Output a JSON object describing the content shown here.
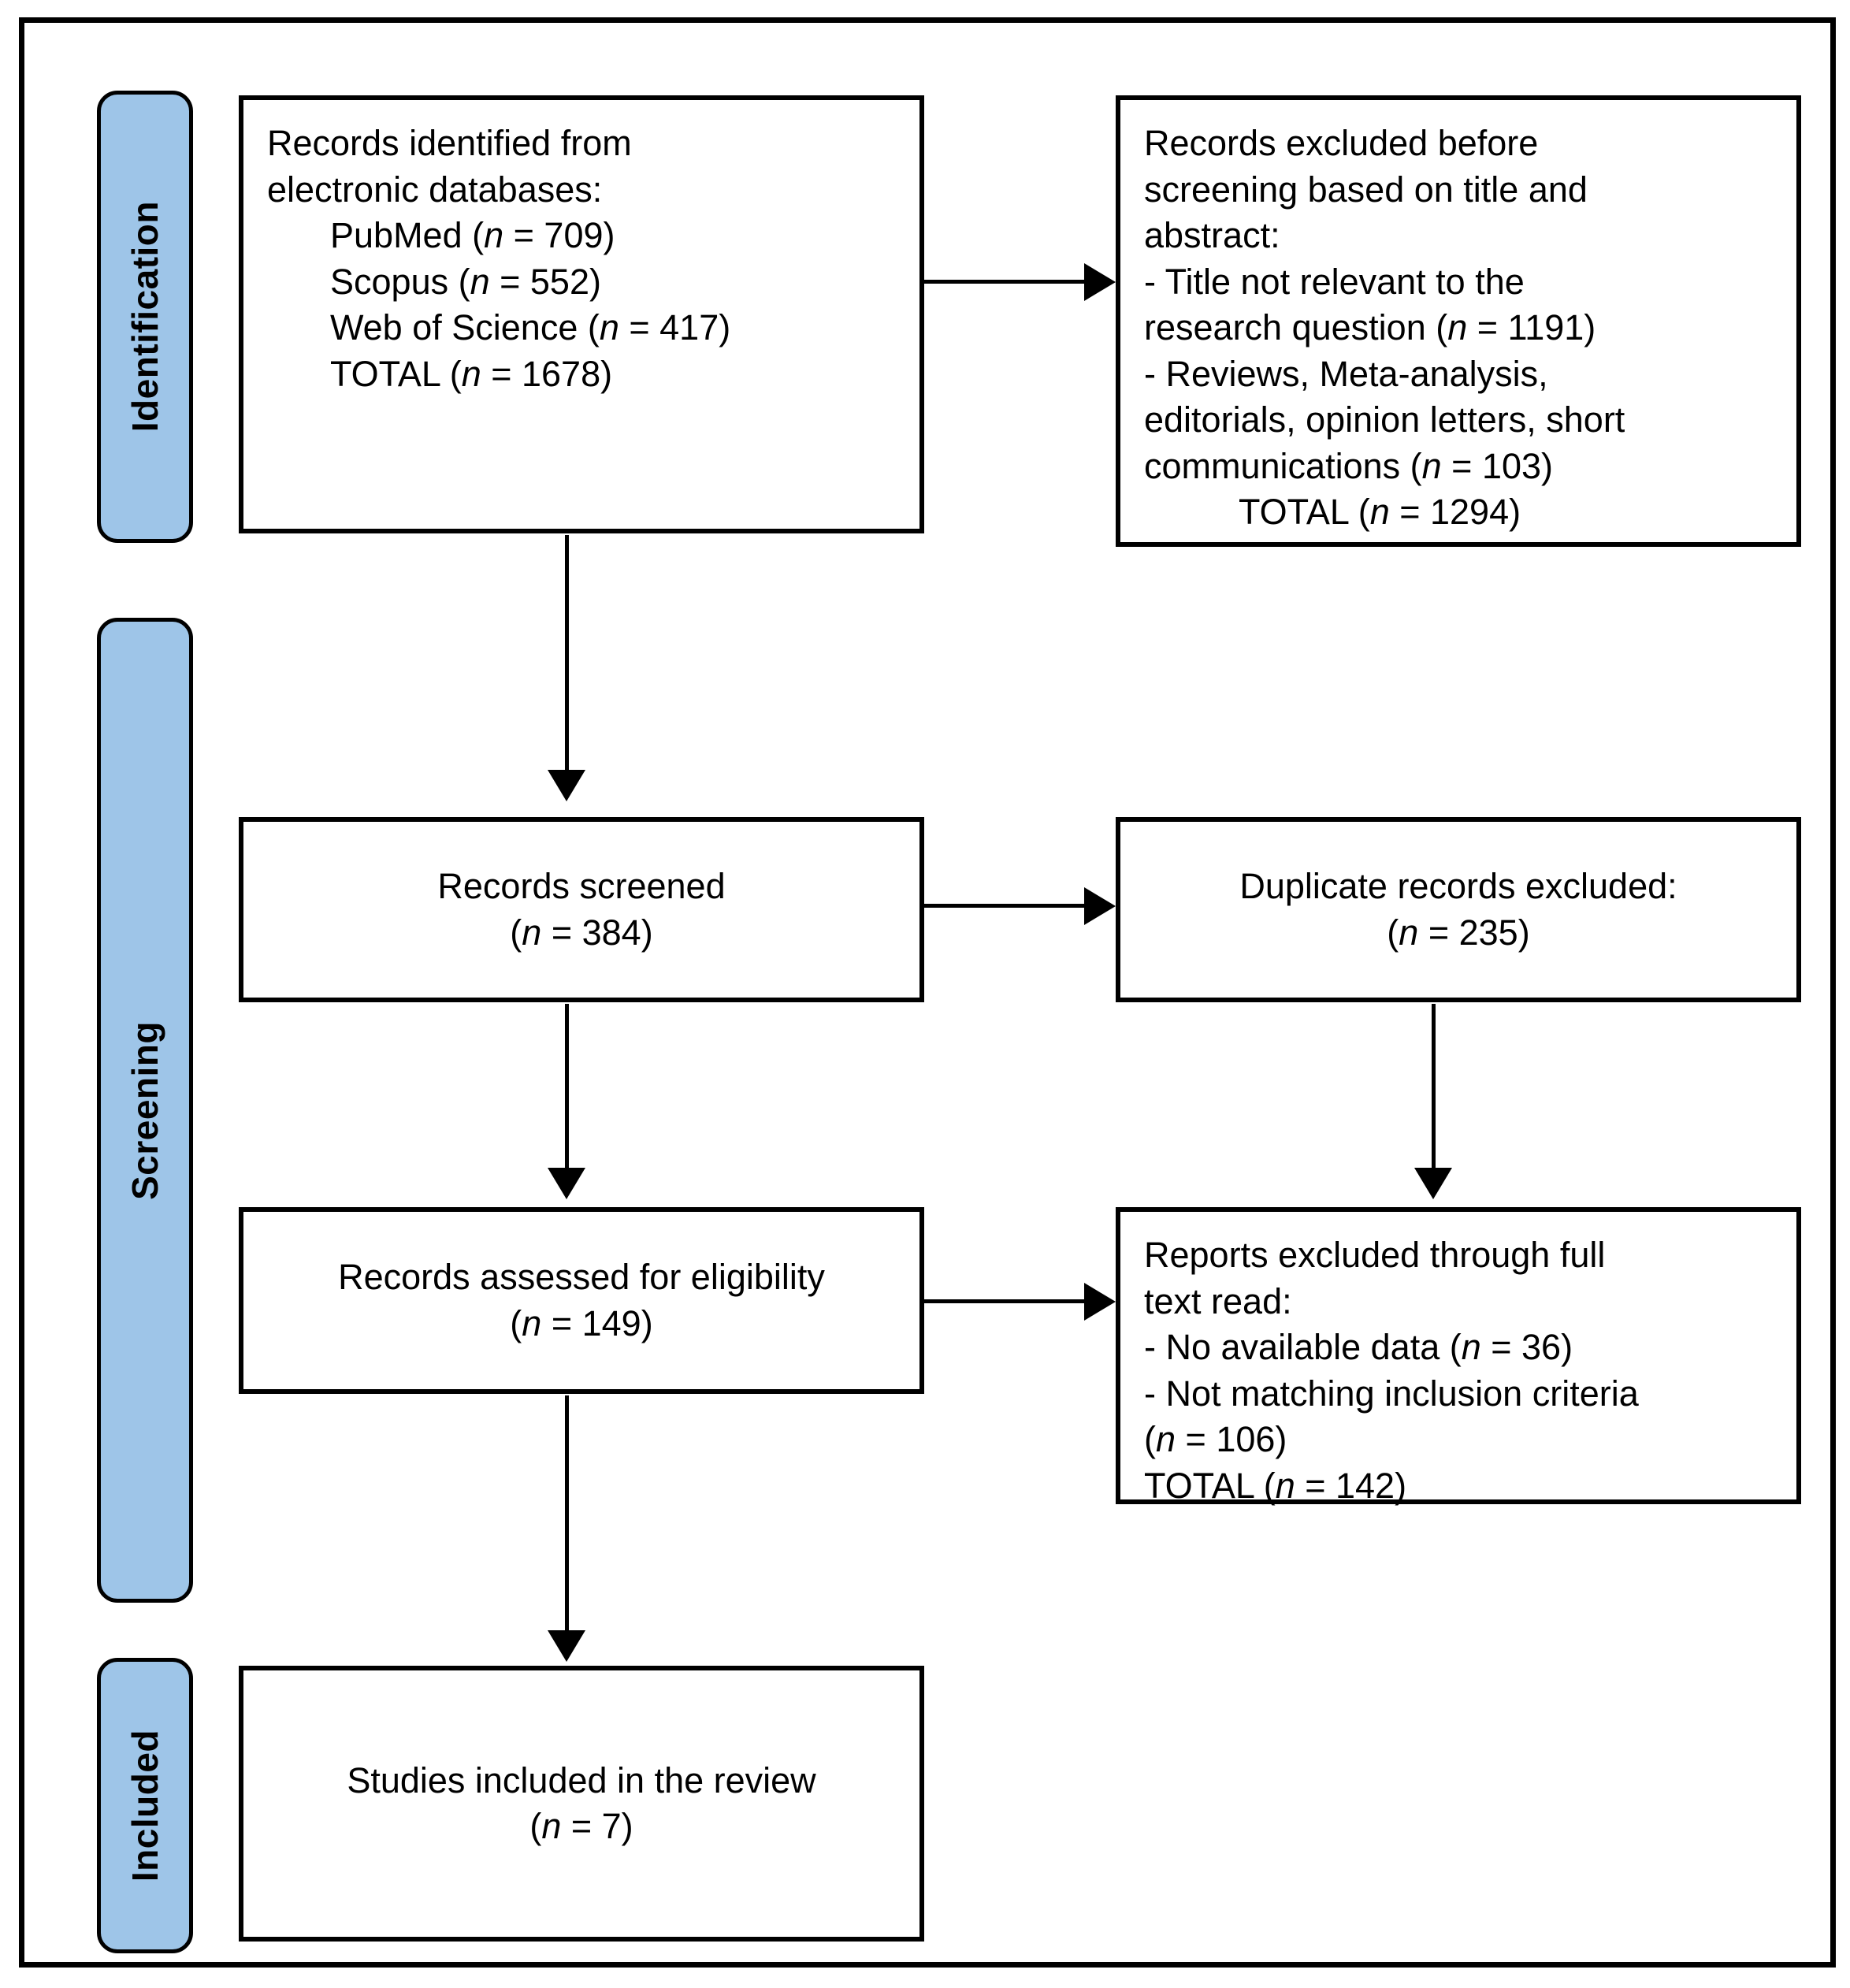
{
  "diagram": {
    "type": "prisma-flow-diagram",
    "accent_color": "#9EC5E8",
    "line_color": "#000000",
    "background_color": "#FFFFFF"
  },
  "stages": [
    {
      "id": "identification",
      "label": "Identification"
    },
    {
      "id": "screening",
      "label": "Screening"
    },
    {
      "id": "included",
      "label": "Included"
    }
  ],
  "boxes": {
    "identified": {
      "lines": [
        "Records identified from",
        "electronic databases:",
        "PubMed (n = 709)",
        "Scopus (n = 552)",
        "Web of Science (n = 417)",
        "TOTAL (n = 1678)"
      ],
      "l0": "Records identified from",
      "l1": "electronic databases:",
      "l2": "PubMed (",
      "l2b": ")",
      "l3": "Scopus (",
      "l3b": ")",
      "l4": "Web of Science (",
      "l4b": ")",
      "l5": "TOTAL (",
      "l5b": ")",
      "n_pubmed": " = 709",
      "n_scopus": " = 552",
      "n_wos": " = 417",
      "n_total": " = 1678"
    },
    "excluded_before_screening": {
      "lines": [
        "Records excluded before",
        "screening based on title and",
        "abstract:",
        "- Title not relevant to the",
        "research question (n = 1191)",
        "- Reviews, Meta-analysis,",
        "editorials, opinion letters, short",
        "communications (n = 103)",
        "TOTAL (n = 1294)"
      ],
      "l0": "Records excluded before",
      "l1": "screening based on title and",
      "l2": "abstract:",
      "l3": "- Title not relevant to the",
      "l4a": "research question (",
      "l4b": ")",
      "l5": "- Reviews, Meta-analysis,",
      "l6": "editorials, opinion letters, short",
      "l7a": "communications (",
      "l7b": ")",
      "l8a": "TOTAL (",
      "l8b": ")",
      "n_title": " = 1191",
      "n_reviews": " = 103",
      "n_total": " = 1294"
    },
    "screened": {
      "l0": "Records screened",
      "l1a": "(",
      "l1b": ")",
      "n": " = 384"
    },
    "duplicates_excluded": {
      "l0": "Duplicate records excluded:",
      "l1a": "(",
      "l1b": ")",
      "n": " = 235"
    },
    "eligibility": {
      "l0": "Records assessed for eligibility",
      "l1a": "(",
      "l1b": ")",
      "n": " = 149"
    },
    "fulltext_excluded": {
      "lines": [
        "Reports excluded through full",
        "text read:",
        "- No available data (n = 36)",
        "- Not matching inclusion criteria",
        "(n = 106)",
        "TOTAL (n = 142)"
      ],
      "l0": "Reports excluded through full",
      "l1": "text read:",
      "l2a": "- No available data (",
      "l2b": ")",
      "l3": "- Not matching inclusion criteria",
      "l4a": "(",
      "l4b": ")",
      "l5a": "TOTAL (",
      "l5b": ")",
      "n_nodata": " = 36",
      "n_nomatch": " = 106",
      "n_total": " = 142"
    },
    "included_studies": {
      "l0": "Studies included in the review",
      "l1a": "(",
      "l1b": ")",
      "n": " = 7"
    }
  },
  "italic_var": "n",
  "connectors": [
    {
      "id": "identified-to-screened",
      "from": "identified",
      "to": "screened",
      "direction": "down"
    },
    {
      "id": "identified-to-excluded",
      "from": "identified",
      "to": "excluded_before_screening",
      "direction": "right"
    },
    {
      "id": "screened-to-eligibility",
      "from": "screened",
      "to": "eligibility",
      "direction": "down"
    },
    {
      "id": "screened-to-duplicates",
      "from": "screened",
      "to": "duplicates_excluded",
      "direction": "right"
    },
    {
      "id": "duplicates-to-fulltext",
      "from": "duplicates_excluded",
      "to": "fulltext_excluded",
      "direction": "down"
    },
    {
      "id": "eligibility-to-fulltext",
      "from": "eligibility",
      "to": "fulltext_excluded",
      "direction": "right"
    },
    {
      "id": "eligibility-to-included",
      "from": "eligibility",
      "to": "included_studies",
      "direction": "down"
    }
  ]
}
